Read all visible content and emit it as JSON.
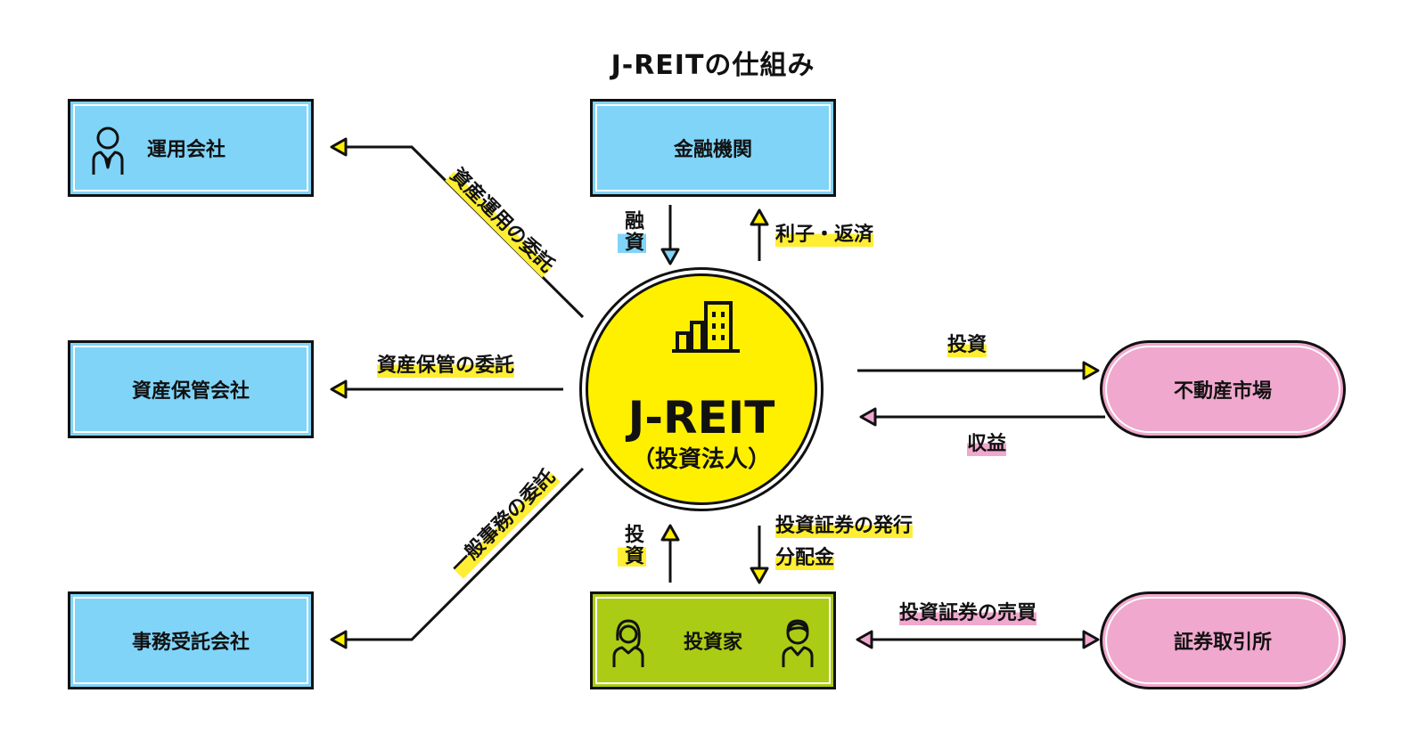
{
  "title": "J-REITの仕組み",
  "center": {
    "name": "J-REIT",
    "sub": "（投資法人）"
  },
  "nodes": {
    "unyo": "運用会社",
    "kinyu": "金融機関",
    "hokan": "資産保管会社",
    "jimu": "事務受託会社",
    "investor": "投資家",
    "fudosan": "不動産市場",
    "shoken": "証券取引所"
  },
  "flows": {
    "unyo_itaku": "資産運用の委託",
    "hokan_itaku": "資産保管の委託",
    "jimu_itaku": "一般事務の委託",
    "yushi": "融資",
    "rishi": "利子・返済",
    "toshi_market": "投資",
    "shueki": "収益",
    "toshi_investor": "投資",
    "hakko": "投資証券の発行",
    "bunpai": "分配金",
    "baibai": "投資証券の売買"
  },
  "icons": {
    "unyo": "businessman-icon",
    "center": "buildings-icon",
    "investor_left": "woman-icon",
    "investor_right": "man-icon"
  },
  "colors": {
    "blue": "#80d4f8",
    "green": "#aacc14",
    "pink": "#f0a8ce",
    "yellow": "#fff000"
  }
}
